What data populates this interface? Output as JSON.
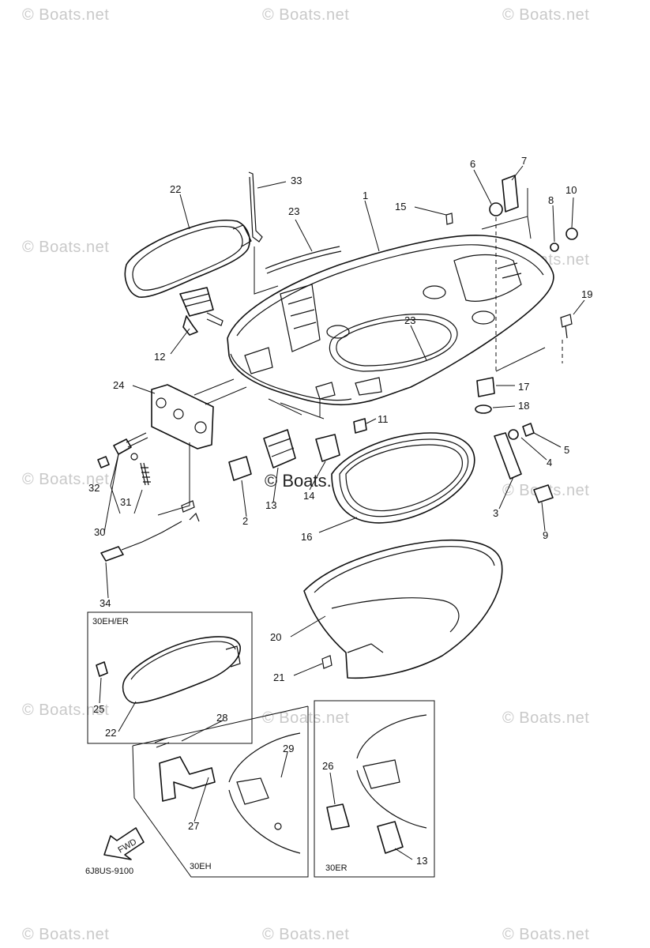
{
  "watermark": "© Boats.net",
  "center_watermark": "© Boats.net",
  "diagram_code": "6J8US-9100",
  "fwd_label": "FWD",
  "insets": {
    "a": "30EH/ER",
    "b": "30EH",
    "c": "30ER"
  },
  "callouts": {
    "c1": "1",
    "c2": "2",
    "c3": "3",
    "c4": "4",
    "c5": "5",
    "c6": "6",
    "c7": "7",
    "c8": "8",
    "c9": "9",
    "c10": "10",
    "c11": "11",
    "c12": "12",
    "c13": "13",
    "c13b": "13",
    "c14": "14",
    "c15": "15",
    "c16": "16",
    "c17": "17",
    "c18": "18",
    "c19": "19",
    "c20": "20",
    "c21": "21",
    "c22": "22",
    "c22b": "22",
    "c23": "23",
    "c23b": "23",
    "c24": "24",
    "c25": "25",
    "c26": "26",
    "c27": "27",
    "c28": "28",
    "c29": "29",
    "c30": "30",
    "c31": "31",
    "c32": "32",
    "c33": "33",
    "c34": "34"
  }
}
